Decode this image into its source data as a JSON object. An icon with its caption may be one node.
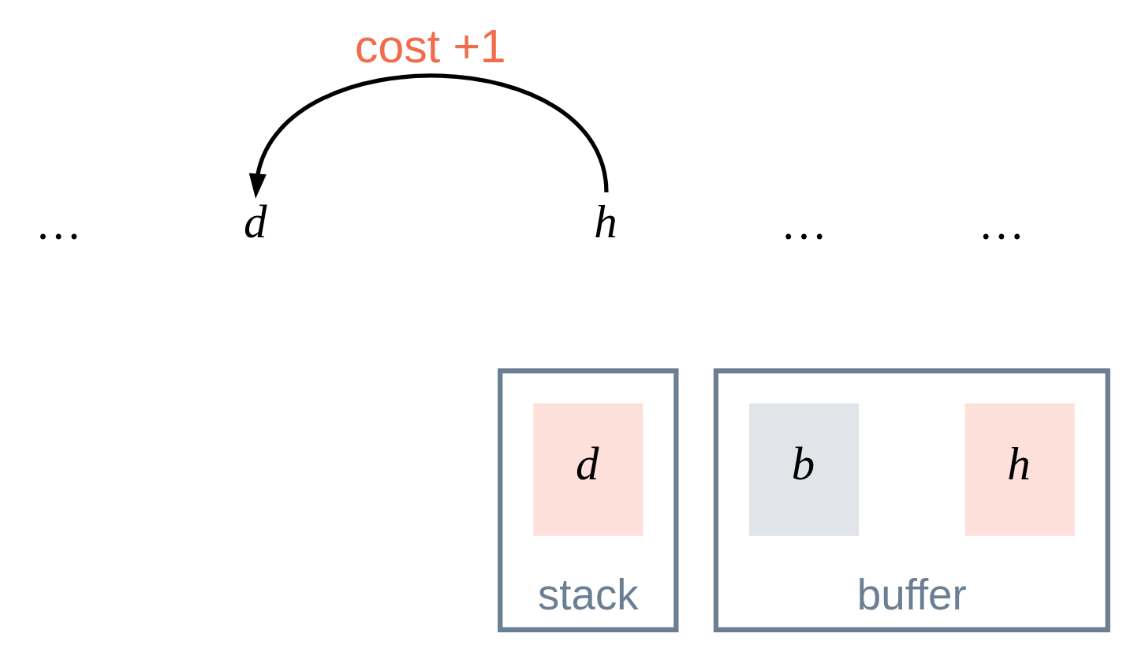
{
  "diagram": {
    "nodes": [
      {
        "text": [
          "…"
        ]
      },
      {
        "text": [
          "d"
        ]
      },
      {
        "text": [
          "…"
        ]
      },
      {
        "text": [
          "h"
        ]
      },
      {
        "text": [
          "…"
        ]
      },
      {
        "text": [
          "stack"
        ]
      },
      {
        "text": [
          "d"
        ],
        "in": 5
      },
      {
        "text": [
          "buffer"
        ]
      },
      {
        "text": [
          "b"
        ],
        "in": 7
      },
      {
        "text": [
          "h"
        ],
        "in": 7
      }
    ],
    "edges": [
      {
        "from": 3,
        "to": 1,
        "arrow": "to",
        "label": "cost +1"
      }
    ]
  }
}
